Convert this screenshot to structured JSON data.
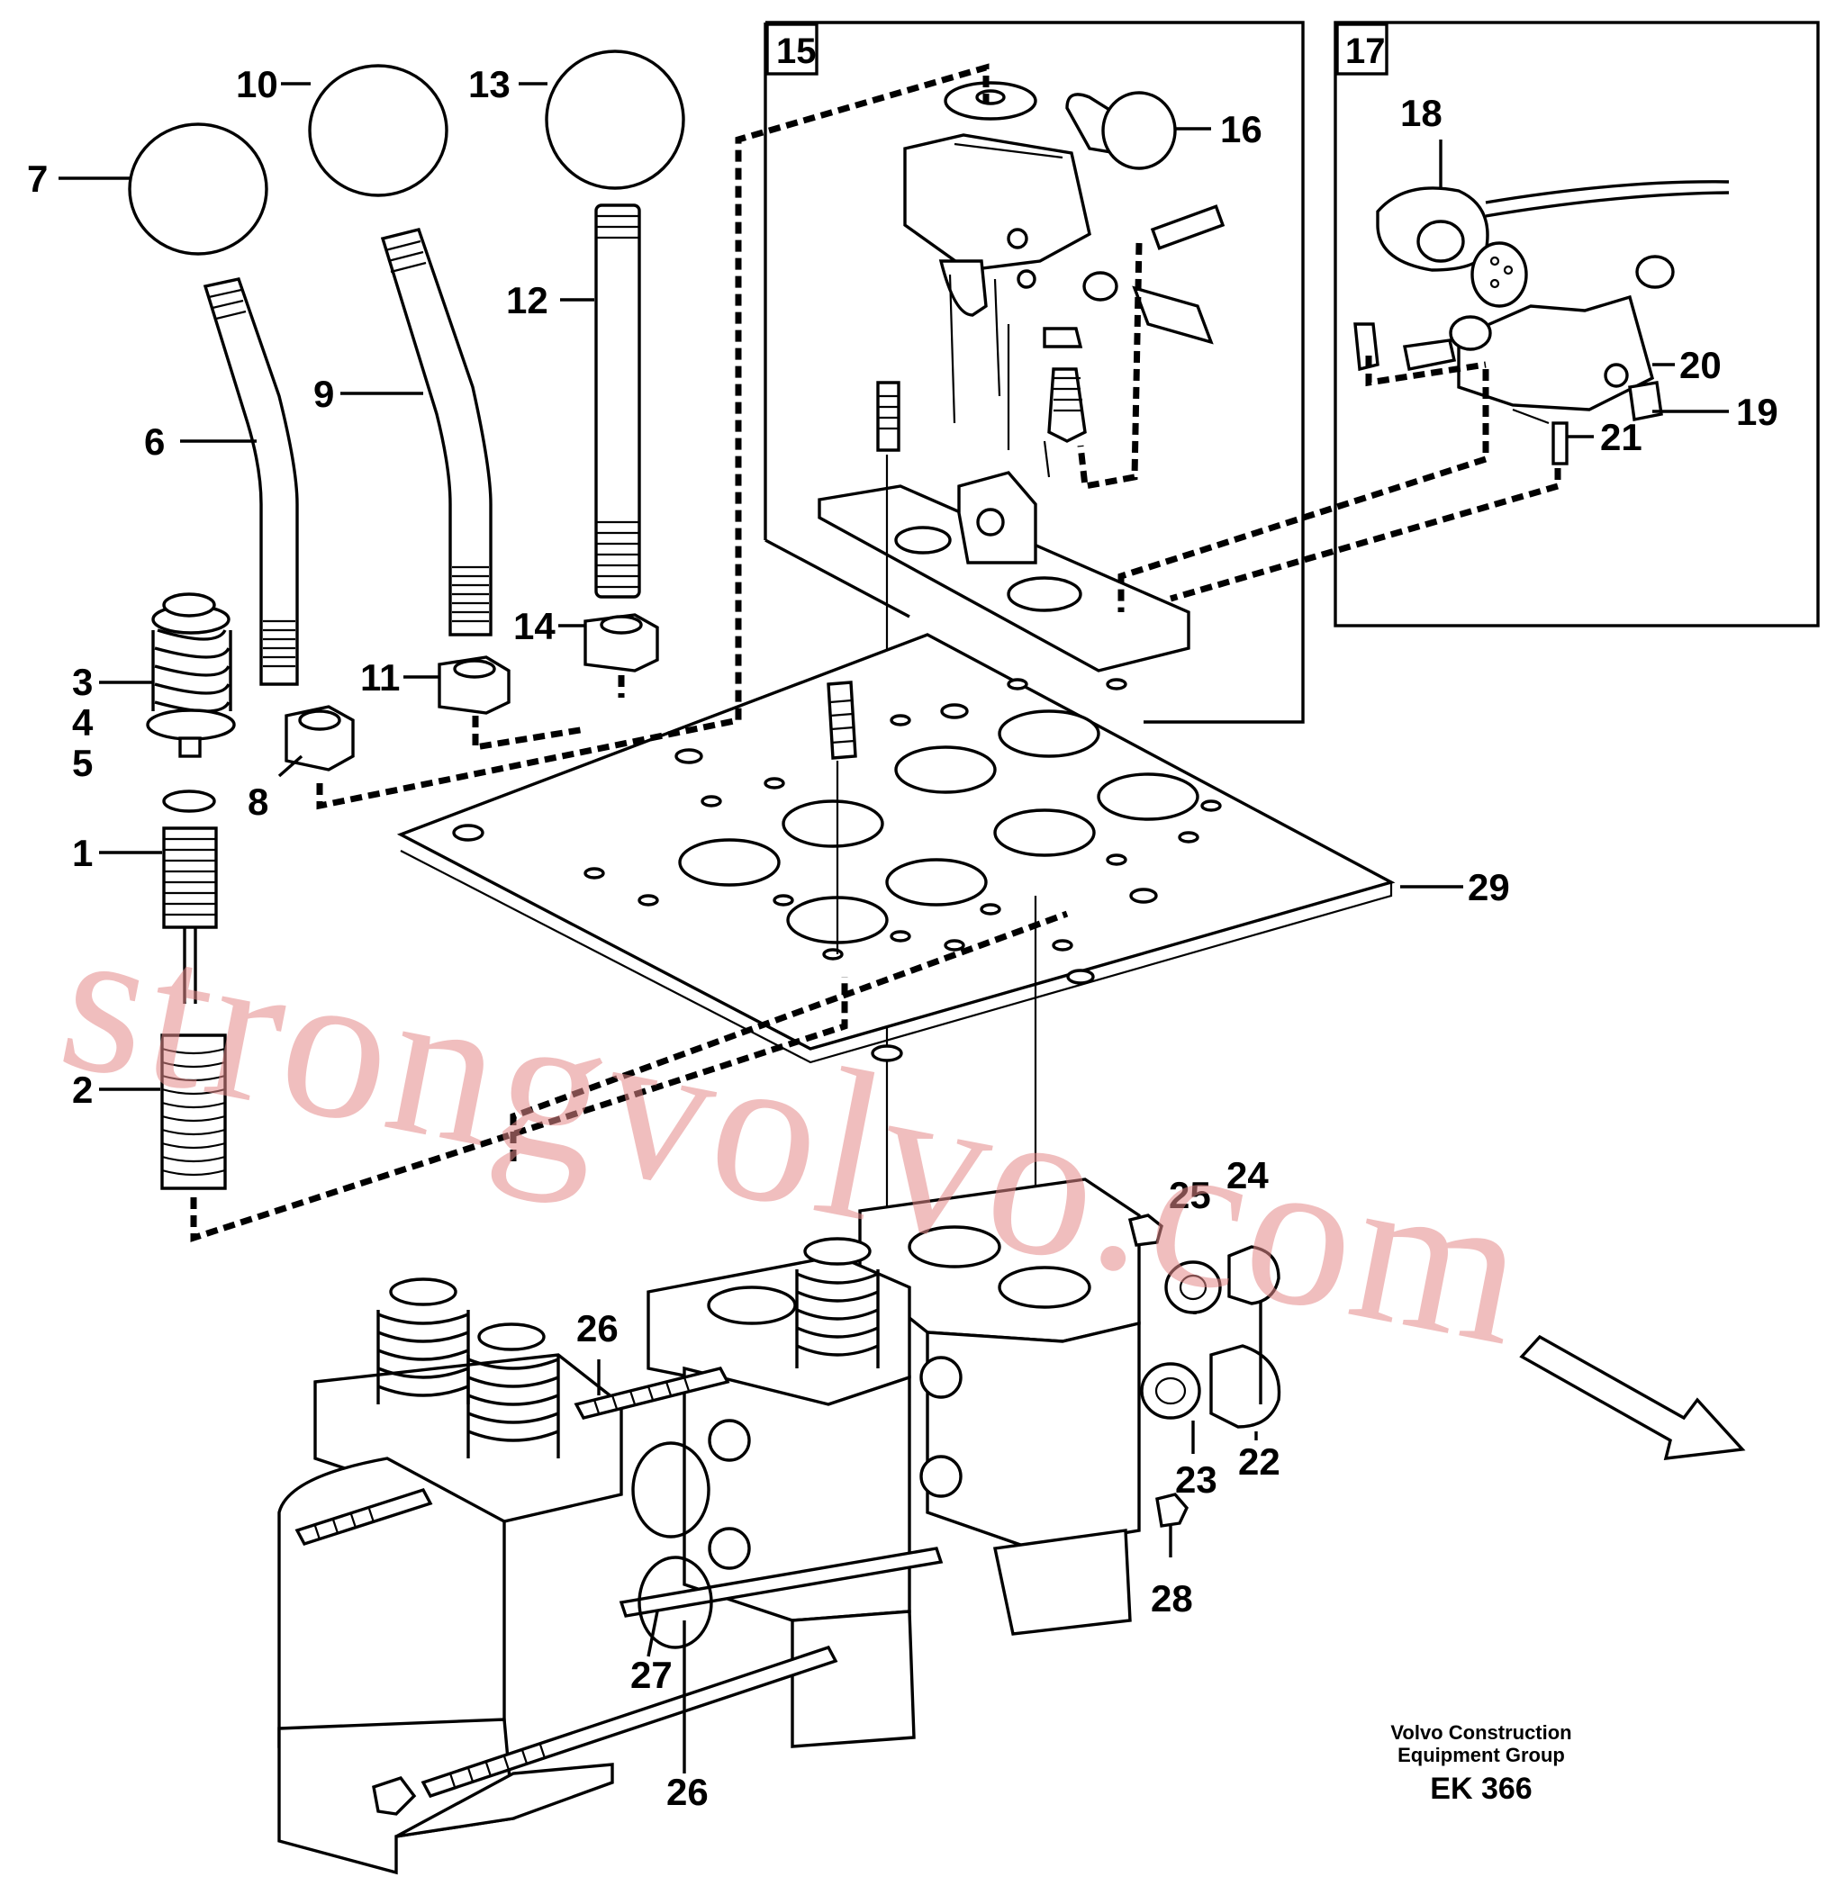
{
  "callouts": {
    "c1": "1",
    "c2": "2",
    "c3": "3",
    "c4": "4",
    "c5": "5",
    "c6": "6",
    "c7": "7",
    "c8": "8",
    "c9": "9",
    "c10": "10",
    "c11": "11",
    "c12": "12",
    "c13": "13",
    "c14": "14",
    "c16": "16",
    "c18": "18",
    "c19": "19",
    "c20": "20",
    "c21": "21",
    "c22": "22",
    "c23": "23",
    "c24": "24",
    "c25": "25",
    "c26a": "26",
    "c26b": "26",
    "c27": "27",
    "c28": "28",
    "c29": "29"
  },
  "frames": {
    "frame15": "15",
    "frame17": "17"
  },
  "footer": {
    "line1": "Volvo Construction",
    "line2": "Equipment Group",
    "code": "EK 366"
  },
  "watermark": "strongvolvo.com",
  "icons": {
    "direction": "direction-arrow-icon"
  }
}
